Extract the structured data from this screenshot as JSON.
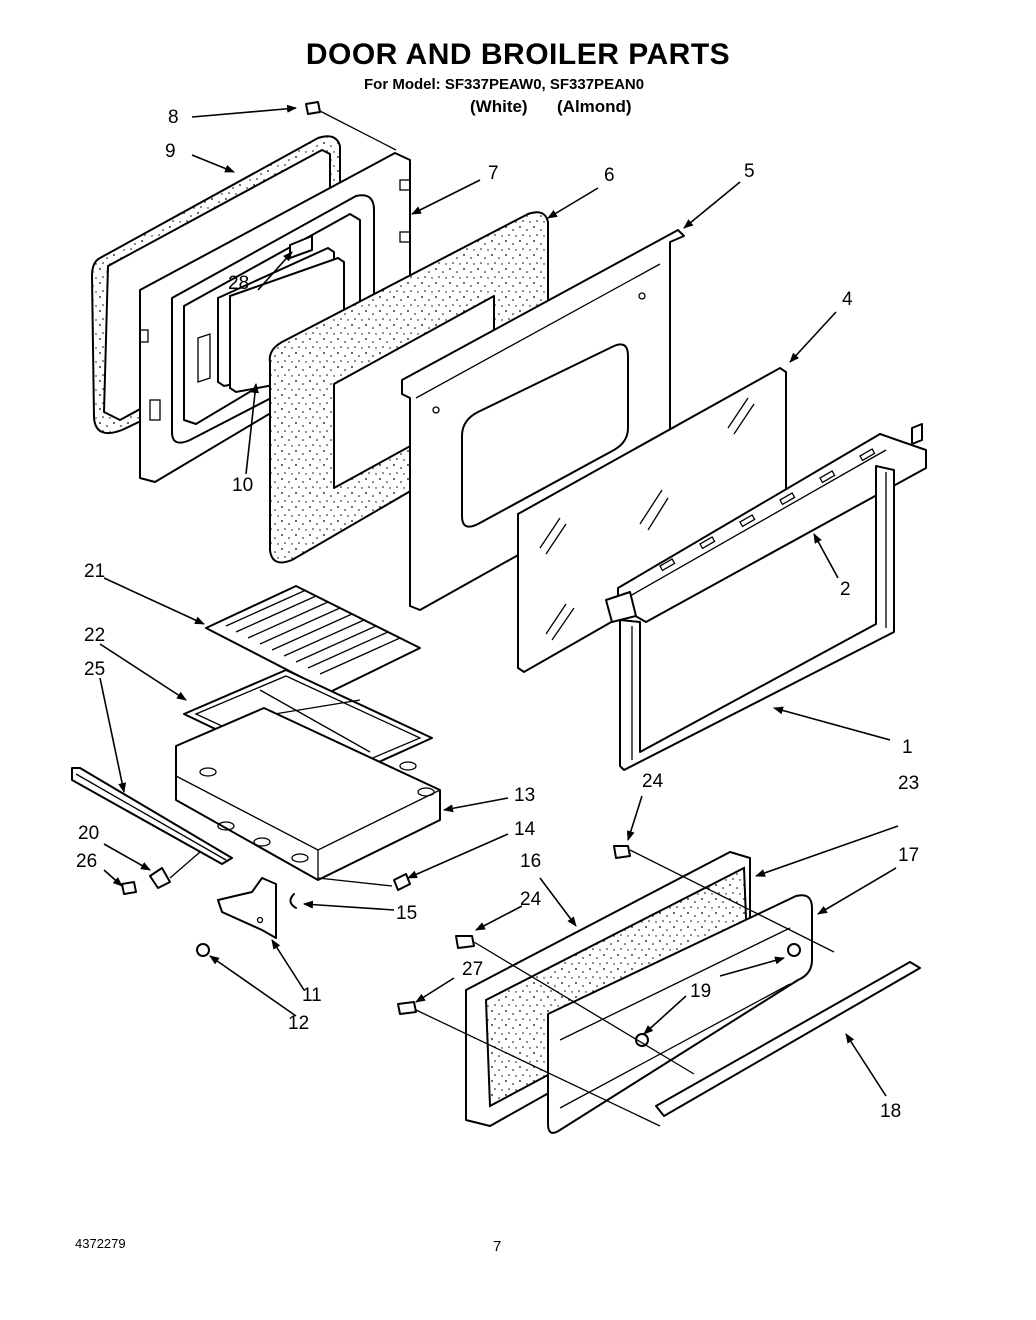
{
  "header": {
    "title": "DOOR AND BROILER PARTS",
    "model_line": "For Model: SF337PEAW0, SF337PEAN0",
    "variant_white": "(White)",
    "variant_almond": "(Almond)"
  },
  "footer": {
    "doc_number": "4372279",
    "page_number": "7"
  },
  "callouts": {
    "c1": "1",
    "c2": "2",
    "c4": "4",
    "c5": "5",
    "c6": "6",
    "c7": "7",
    "c8": "8",
    "c9": "9",
    "c10": "10",
    "c11": "11",
    "c12": "12",
    "c13": "13",
    "c14": "14",
    "c15": "15",
    "c16": "16",
    "c17": "17",
    "c18": "18",
    "c19": "19",
    "c20": "20",
    "c21": "21",
    "c22": "22",
    "c23": "23",
    "c24a": "24",
    "c24b": "24",
    "c25": "25",
    "c26": "26",
    "c27": "27",
    "c28": "28"
  }
}
